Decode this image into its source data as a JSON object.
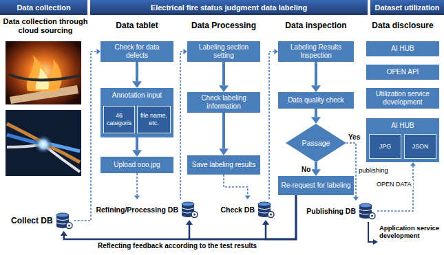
{
  "diagram": {
    "nodes": [
      {
        "text": [
          "Data collection"
        ]
      },
      {
        "text": [
          "Electrical fire status judgment data labeling"
        ]
      },
      {
        "text": [
          "Dataset utilization"
        ]
      },
      {
        "text": [
          "Check for data defects"
        ]
      },
      {
        "text": [
          "Annotation input"
        ]
      },
      {
        "text": [
          "46 categoris"
        ],
        "in": 4
      },
      {
        "text": [
          "file name, etc."
        ],
        "in": 4
      },
      {
        "text": [
          "Upload ooo.jpg"
        ]
      },
      {
        "text": [
          "Labeling section setting"
        ]
      },
      {
        "text": [
          "Check labeling information"
        ]
      },
      {
        "text": [
          "Save labeling results"
        ]
      },
      {
        "text": [
          "Labeling Results Inspection"
        ]
      },
      {
        "text": [
          "Data quality check"
        ]
      },
      {
        "text": [
          "Passage"
        ]
      },
      {
        "text": [
          "Re-request for labeling"
        ]
      },
      {
        "text": [
          "AI HUB"
        ]
      },
      {
        "text": [
          "OPEN API"
        ]
      },
      {
        "text": [
          "Utilization service development"
        ]
      },
      {
        "text": [
          "AI HUB"
        ]
      },
      {
        "text": [
          "JPG"
        ],
        "in": 18
      },
      {
        "text": [
          "JSON"
        ],
        "in": 18
      },
      {
        "text": [
          "Collect DB"
        ]
      },
      {
        "text": [
          "Refining/Processing DB"
        ]
      },
      {
        "text": [
          "Check DB"
        ]
      },
      {
        "text": [
          "Publishing DB"
        ]
      }
    ],
    "edges": [
      {
        "from": 21,
        "to": 3,
        "arrow": "to"
      },
      {
        "from": 3,
        "to": 4,
        "arrow": "to"
      },
      {
        "from": 4,
        "to": 7,
        "arrow": "to"
      },
      {
        "from": 7,
        "to": 22,
        "arrow": "to"
      },
      {
        "from": 22,
        "to": 8,
        "arrow": "to"
      },
      {
        "from": 8,
        "to": 9,
        "arrow": "to"
      },
      {
        "from": 9,
        "to": 10,
        "arrow": "to"
      },
      {
        "from": 10,
        "to": 23,
        "arrow": "to"
      },
      {
        "from": 23,
        "to": 11,
        "arrow": "to"
      },
      {
        "from": 11,
        "to": 12,
        "arrow": "to"
      },
      {
        "from": 12,
        "to": 13,
        "arrow": "to"
      },
      {
        "from": 13,
        "to": 14,
        "label": "No",
        "arrow": "to"
      },
      {
        "from": 13,
        "to": 24,
        "label": "Yes",
        "arrow": "to"
      },
      {
        "from": 14,
        "to": 21,
        "label": "Reflecting feedback according to the test results",
        "arrow": "to"
      },
      {
        "from": 14,
        "to": 22,
        "arrow": "to"
      },
      {
        "from": 14,
        "to": 23,
        "arrow": "to"
      },
      {
        "from": 24,
        "to": 18,
        "label": "OPEN DATA",
        "arrow": "to"
      }
    ],
    "labels": [
      "Data collection through cloud sourcing",
      "Data tablet",
      "Data Processing",
      "Data inspection",
      "Data disclosure",
      "publishing",
      "Application service development"
    ]
  }
}
